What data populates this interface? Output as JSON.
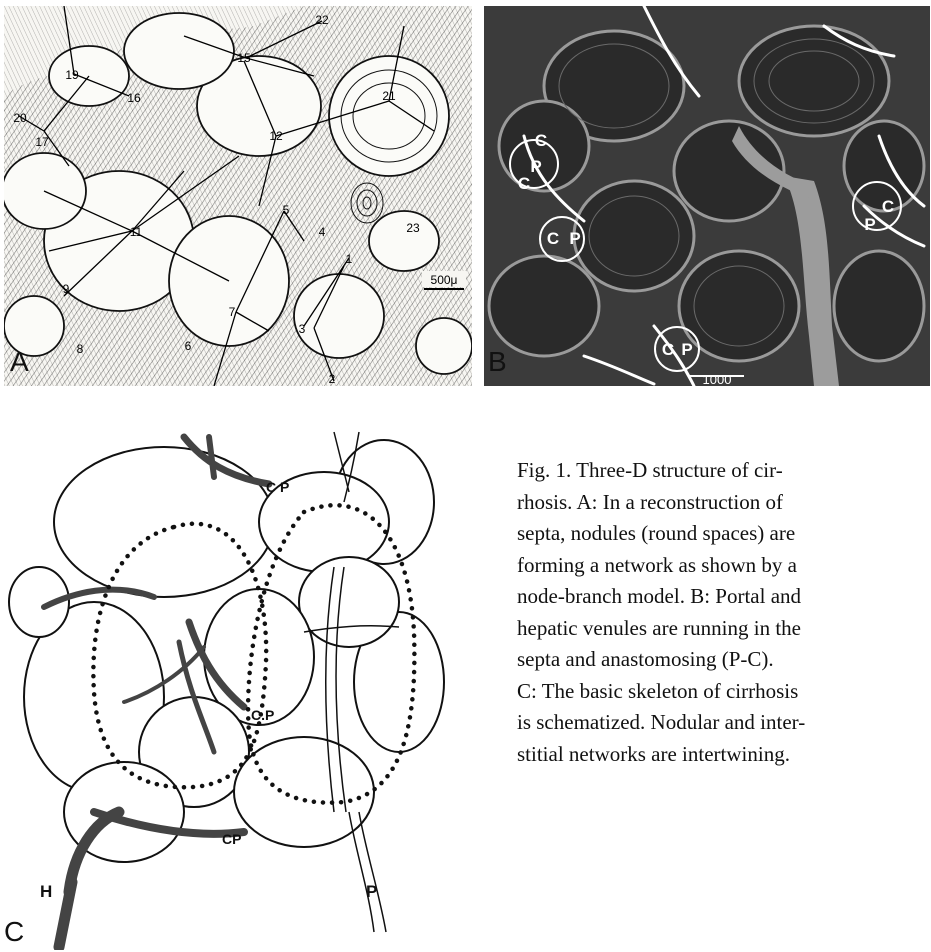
{
  "panels": {
    "a": {
      "letter": "A",
      "labels": [
        "1",
        "2",
        "3",
        "4",
        "5",
        "6",
        "7",
        "8",
        "9",
        "11",
        "12",
        "15",
        "16",
        "17",
        "19",
        "20",
        "21",
        "22",
        "23"
      ],
      "scale_bar": "500μ"
    },
    "b": {
      "letter": "B",
      "anastomosis_labels": [
        "C",
        "P",
        "C",
        "C",
        "P",
        "C",
        "P",
        "P",
        "C"
      ],
      "scale_bar": "1000"
    },
    "c": {
      "letter": "C",
      "labels": [
        "C P",
        "C.P",
        "CP",
        "H",
        "P"
      ]
    }
  },
  "caption": {
    "lines": [
      "Fig. 1. Three-D structure of cir-",
      "rhosis. A: In a reconstruction of",
      "septa, nodules (round spaces) are",
      "forming a network as shown by a",
      "node-branch model. B: Portal and",
      "hepatic venules are running in the",
      "septa and anastomosing (P-C).",
      "C: The basic skeleton of cirrhosis",
      "is schematized. Nodular and inter-",
      "stitial networks are intertwining."
    ]
  }
}
